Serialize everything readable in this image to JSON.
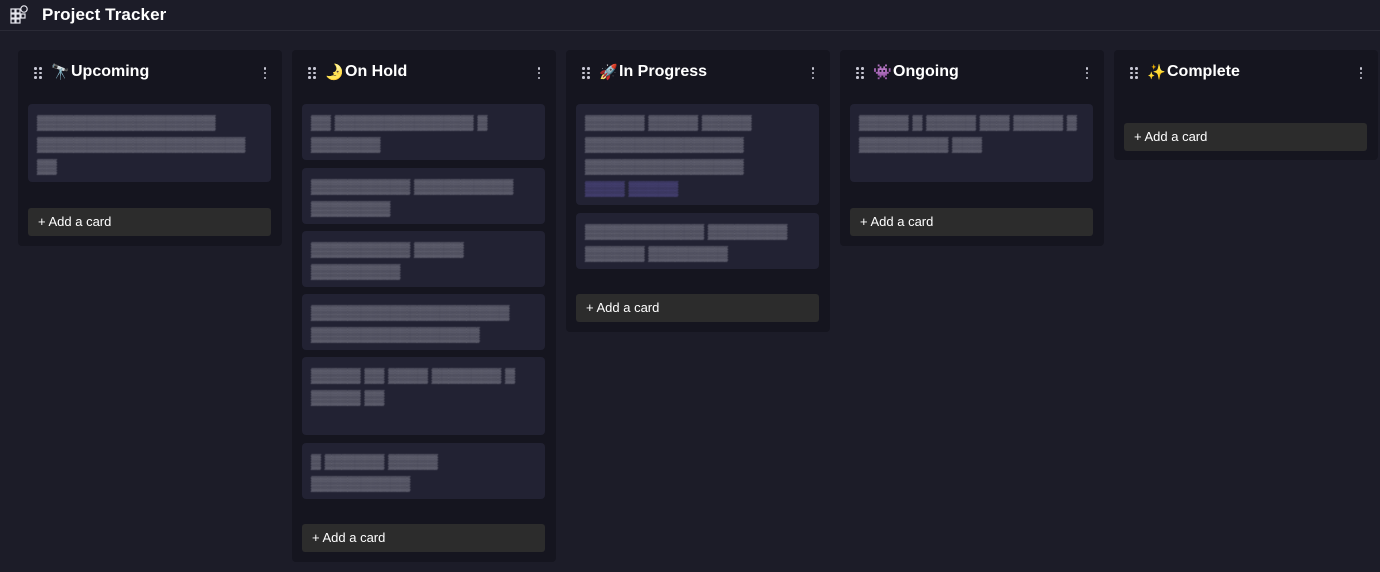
{
  "app": {
    "title": "Project Tracker",
    "icon": "board-grid-icon"
  },
  "columns": [
    {
      "emoji": "🔭",
      "title": "Upcoming",
      "cards": [
        {
          "text": "▒▒▒▒▒▒▒▒▒▒▒▒▒▒▒▒▒▒ ▒▒▒▒▒▒▒▒▒▒▒▒▒▒▒▒▒▒▒▒▒ ▒▒"
        }
      ],
      "add_label": "+ Add a card"
    },
    {
      "emoji": "🌛",
      "title": "On Hold",
      "cards": [
        {
          "text": "▒▒ ▒▒▒▒▒▒▒▒▒▒▒▒▒▒ ▒ ▒▒▒▒▒▒▒"
        },
        {
          "text": "▒▒▒▒▒▒▒▒▒▒ ▒▒▒▒▒▒▒▒▒▒ ▒▒▒▒▒▒▒▒"
        },
        {
          "text": "▒▒▒▒▒▒▒▒▒▒ ▒▒▒▒▒ ▒▒▒▒▒▒▒▒▒"
        },
        {
          "text": "▒▒▒▒▒▒▒▒▒▒▒▒▒▒▒▒▒▒▒▒ ▒▒▒▒▒▒▒▒▒▒▒▒▒▒▒▒▒"
        },
        {
          "text": "▒▒▒▒▒ ▒▒ ▒▒▒▒ ▒▒▒▒▒▒▒ ▒ ▒▒▒▒▒ ▒▒"
        },
        {
          "text": "▒ ▒▒▒▒▒▒ ▒▒▒▒▒ ▒▒▒▒▒▒▒▒▒▒"
        }
      ],
      "add_label": "+ Add a card"
    },
    {
      "emoji": "🚀",
      "title": "In Progress",
      "cards": [
        {
          "text": "▒▒▒▒▒▒ ▒▒▒▒▒ ▒▒▒▒▒ ▒▒▒▒▒▒▒▒▒▒▒▒▒▒▒▒ ▒▒▒▒▒▒▒▒▒▒▒▒▒▒▒▒",
          "tag": "▒▒▒▒ ▒▒▒▒▒"
        },
        {
          "text": "▒▒▒▒▒▒▒▒▒▒▒▒ ▒▒▒▒▒▒▒▒ ▒▒▒▒▒▒ ▒▒▒▒▒▒▒▒"
        }
      ],
      "add_label": "+ Add a card"
    },
    {
      "emoji": "👾",
      "title": "Ongoing",
      "cards": [
        {
          "text": "▒▒▒▒▒ ▒ ▒▒▒▒▒ ▒▒▒ ▒▒▒▒▒ ▒ ▒▒▒▒▒▒▒▒▒ ▒▒▒"
        }
      ],
      "add_label": "+ Add a card"
    },
    {
      "emoji": "✨",
      "title": "Complete",
      "cards": [],
      "add_label": "+ Add a card"
    }
  ]
}
